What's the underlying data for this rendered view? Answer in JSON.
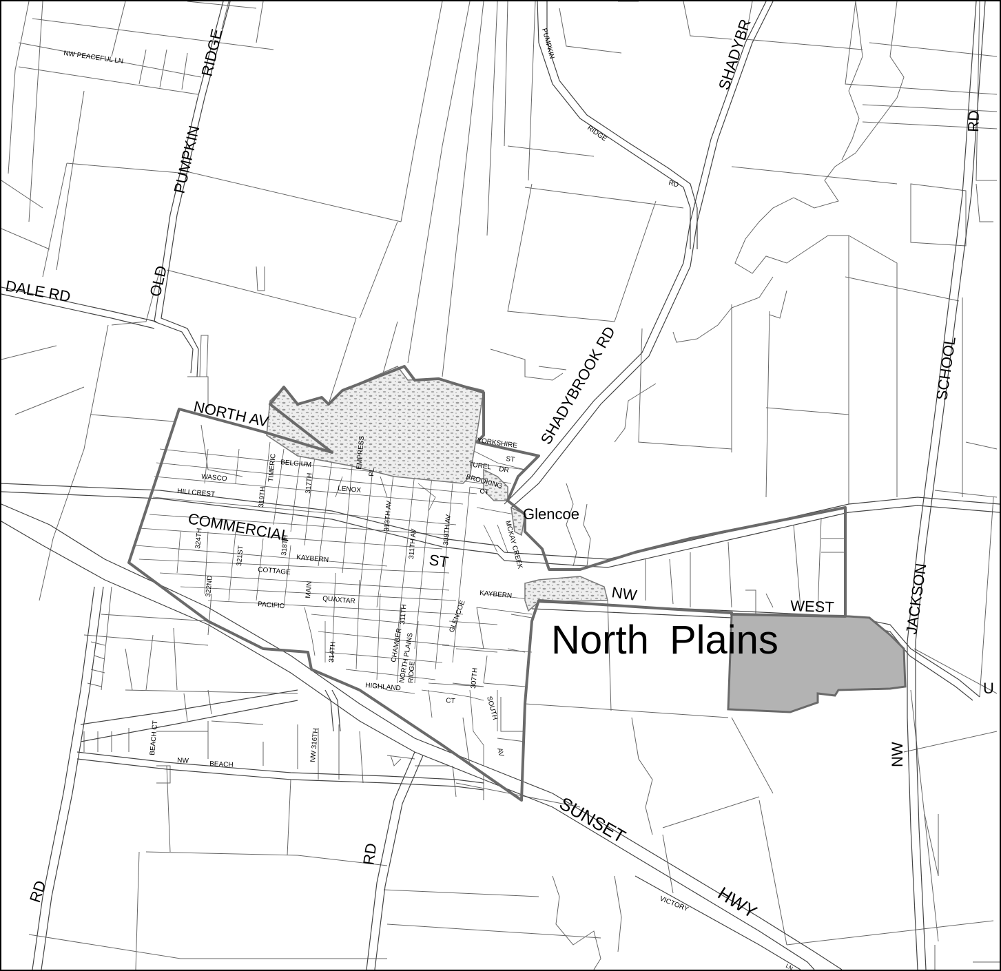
{
  "map": {
    "place_name": "North Plains",
    "community": "Glencoe",
    "colors": {
      "boundary": "#6a6a6a",
      "solid_area": "#b3b3b3",
      "hatch": "#999999",
      "roads": "#444444"
    },
    "major_roads": {
      "old_pumpkin_ridge": [
        "OLD",
        "PUMPKIN",
        "RIDGE"
      ],
      "north_av": "NORTH AV",
      "commercial": "COMMERCIAL",
      "st": "ST",
      "shadybrook_rd": "SHADYBROOK RD",
      "shadybrook_top": "SHADYBR",
      "dale_rd": "DALE RD",
      "nw": "NW",
      "west": "WEST",
      "jackson": "JACKSON",
      "school": "SCHOOL",
      "rd_right": "RD",
      "rd_bottom": "RD",
      "rd_left": "RD",
      "sunset": "SUNSET",
      "hwy": "HWY",
      "nw_jackson": "NW",
      "u_edge": "U"
    },
    "minor_roads": {
      "peaceful": "NW PEACEFUL LN",
      "pumpkin": "PUMPKIN",
      "ridge": "RIDGE",
      "rd": "RD",
      "wasco": "WASCO",
      "hillcrest": "HILLCREST",
      "yorkshire": "YORKSHIRE",
      "turel": "TUREL",
      "dr": "DR",
      "brooking": "BROOKING",
      "ct": "CT",
      "st": "ST",
      "belgium": "BELGIUM",
      "lenox": "LENOX",
      "empress": "EMPRESS",
      "pl": "PL",
      "timeric": "TIMERIC",
      "kaybern": "KAYBERN",
      "kaybern2": "KAYBERN",
      "cottage": "COTTAGE",
      "pacific": "PACIFIC",
      "quaxtar": "QUAXTAR",
      "main": "MAIN",
      "glencoe_st": "GLENCOE",
      "highland": "HIGHLAND",
      "chamber": "CHAMBER",
      "north_plains_rd": "NORTH PLAINS",
      "ridge2": "RIDGE",
      "mckay_creek": "MCKAY CREEK",
      "av": "AV",
      "st313": "313TH AV",
      "st311": "311TH AV",
      "st309": "309TH AV",
      "st317": "317TH",
      "st319": "319TH",
      "st318": "318TH",
      "st321": "321ST",
      "st322": "322ND",
      "st324": "324TH",
      "st314": "314TH",
      "st316": "316TH",
      "st311b": "311TH",
      "st307": "307TH",
      "ct2": "CT",
      "south": "SOUTH",
      "beach_ct": "BEACH CT",
      "nw_beach": "NW",
      "beach": "BEACH",
      "nw_316th": "NW 316TH",
      "victory": "VICTORY",
      "ln": "LN"
    }
  }
}
